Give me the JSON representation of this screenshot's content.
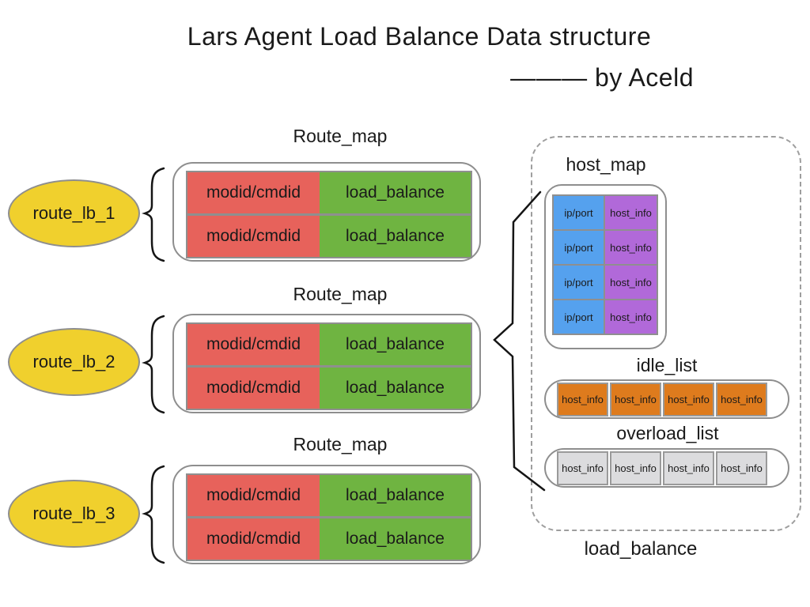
{
  "title": {
    "line1": "Lars Agent Load Balance Data structure",
    "line2": "——— by Aceld"
  },
  "route_groups": [
    {
      "box_title": "Route_map",
      "ellipse_label": "route_lb_1",
      "rows": [
        {
          "key": "modid/cmdid",
          "value": "load_balance"
        },
        {
          "key": "modid/cmdid",
          "value": "load_balance"
        }
      ]
    },
    {
      "box_title": "Route_map",
      "ellipse_label": "route_lb_2",
      "rows": [
        {
          "key": "modid/cmdid",
          "value": "load_balance"
        },
        {
          "key": "modid/cmdid",
          "value": "load_balance"
        }
      ]
    },
    {
      "box_title": "Route_map",
      "ellipse_label": "route_lb_3",
      "rows": [
        {
          "key": "modid/cmdid",
          "value": "load_balance"
        },
        {
          "key": "modid/cmdid",
          "value": "load_balance"
        }
      ]
    }
  ],
  "load_balance_panel": {
    "caption": "load_balance",
    "host_map": {
      "title": "host_map",
      "rows": [
        {
          "key": "ip/port",
          "value": "host_info"
        },
        {
          "key": "ip/port",
          "value": "host_info"
        },
        {
          "key": "ip/port",
          "value": "host_info"
        },
        {
          "key": "ip/port",
          "value": "host_info"
        }
      ]
    },
    "idle_list": {
      "title": "idle_list",
      "cells": [
        "host_info",
        "host_info",
        "host_info",
        "host_info"
      ]
    },
    "overload_list": {
      "title": "overload_list",
      "cells": [
        "host_info",
        "host_info",
        "host_info",
        "host_info"
      ]
    }
  },
  "colors": {
    "ellipse_fill": "#f0d02d",
    "modid_cell": "#e7625b",
    "load_balance_cell": "#6fb441",
    "ip_port_cell": "#55a1ee",
    "host_info_cell": "#b169d9",
    "idle_cell": "#de7b1d",
    "overload_cell": "#dcdcde",
    "box_border": "#8e8e8e"
  }
}
